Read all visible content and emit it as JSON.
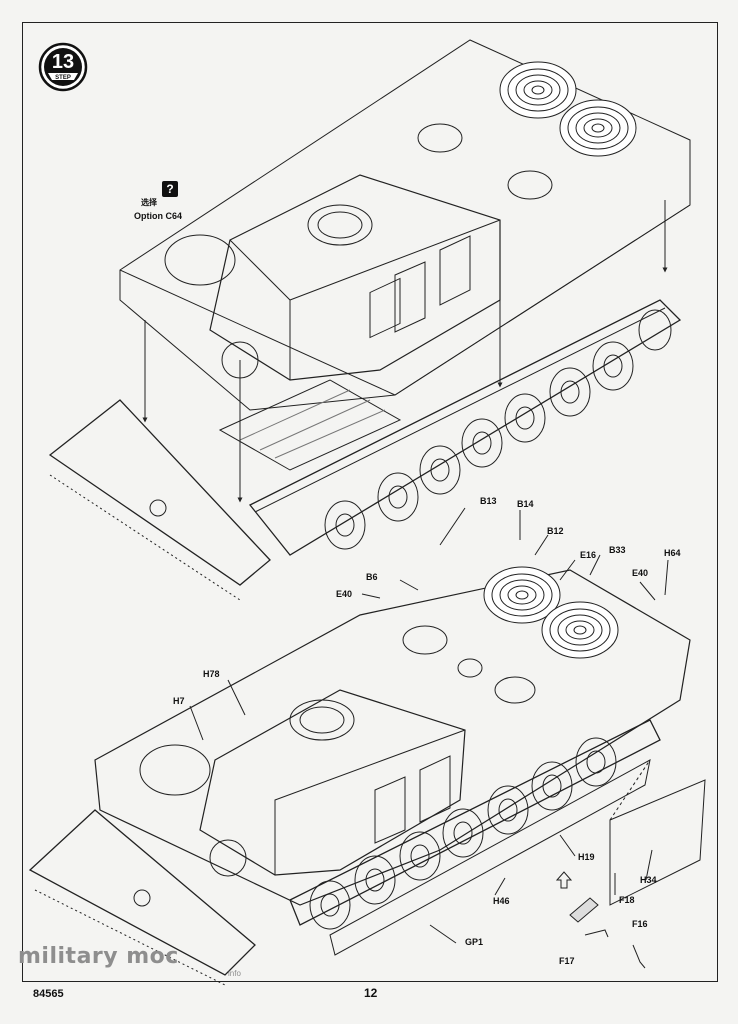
{
  "step": {
    "number": "13",
    "word": "STEP"
  },
  "option": {
    "icon": "?",
    "cjk": "选择",
    "label": "Option C64"
  },
  "callouts": {
    "b13": "B13",
    "b14": "B14",
    "b12": "B12",
    "e16": "E16",
    "b33": "B33",
    "h64": "H64",
    "b6": "B6",
    "e40_left": "E40",
    "e40_right": "E40",
    "h78": "H78",
    "h7": "H7",
    "h19": "H19",
    "h34": "H34",
    "h46": "H46",
    "gp1": "GP1",
    "f18": "F18",
    "f16": "F16",
    "f17": "F17"
  },
  "footer": {
    "code": "84565",
    "page": "12"
  },
  "watermark": {
    "text": "military moc",
    "sub": "info"
  }
}
